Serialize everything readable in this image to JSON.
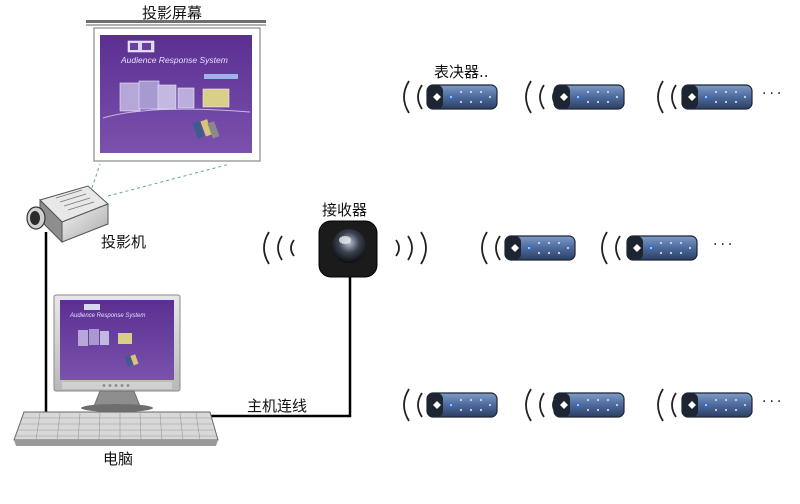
{
  "labels": {
    "screen": "投影屏幕",
    "voters": "表决器..",
    "receiver": "接收器",
    "projector": "投影机",
    "host_cable": "主机连线",
    "computer": "电脑"
  },
  "slide": {
    "title": "Audience Response System"
  },
  "ellipsis": "···",
  "colors": {
    "slide_bg": "#6b3f9e",
    "keypad_body": "#4d6a9c",
    "keypad_dark": "#1d2533",
    "accent_blue": "#2f6fd8",
    "wire": "#000000",
    "frame_gray": "#8a8a8a"
  }
}
